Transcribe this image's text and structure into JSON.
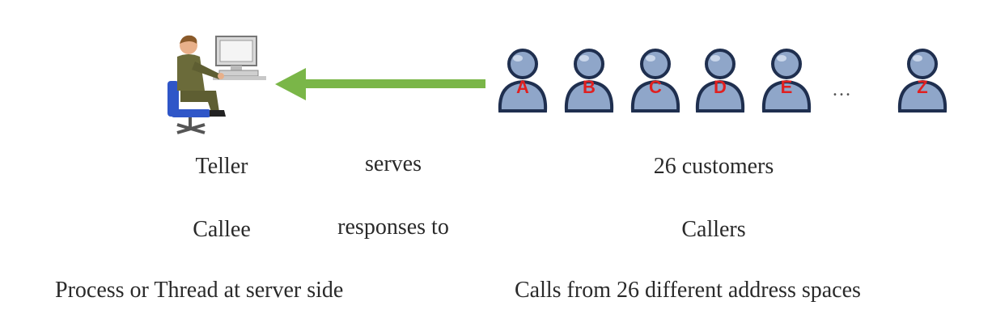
{
  "teller_row": {
    "role": "Teller",
    "relation": "serves",
    "target": "26 customers"
  },
  "callee_row": {
    "role": "Callee",
    "relation": "responses to",
    "target": "Callers"
  },
  "bottom_row": {
    "left": "Process or Thread at server side",
    "right": "Calls from 26 different address spaces"
  },
  "customers": [
    "A",
    "B",
    "C",
    "D",
    "E",
    "Z"
  ],
  "ellipsis": "…",
  "colors": {
    "arrow": "#7ab648",
    "person_fill": "#8fa6c9",
    "person_outline": "#1f2f4f",
    "letter": "#e02020"
  },
  "icons": {
    "teller": "person-at-computer-icon",
    "customer": "person-icon",
    "arrow": "left-arrow-icon"
  }
}
